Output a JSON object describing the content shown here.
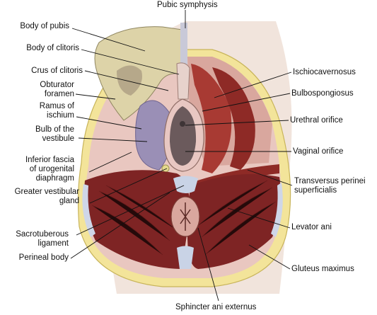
{
  "labels": {
    "pubic_symphysis": "Pubic symphysis",
    "body_of_pubis": "Body of pubis",
    "body_of_clitoris": "Body of clitoris",
    "crus_of_clitoris": "Crus of clitoris",
    "obturator_foramen_1": "Obturator",
    "obturator_foramen_2": "foramen",
    "ramus_of_ischium_1": "Ramus of",
    "ramus_of_ischium_2": "ischium",
    "bulb_of_vestibule_1": "Bulb of the",
    "bulb_of_vestibule_2": "vestibule",
    "inferior_fascia_1": "Inferior fascia",
    "inferior_fascia_2": "of urogenital",
    "inferior_fascia_3": "diaphragm",
    "greater_vestibular_1": "Greater vestibular",
    "greater_vestibular_2": "gland",
    "sacrotuberous_1": "Sacrotuberous",
    "sacrotuberous_2": "ligament",
    "perineal_body": "Perineal body",
    "ischiocavernosus": "Ischiocavernosus",
    "bulbospongiosus": "Bulbospongiosus",
    "urethral_orifice": "Urethral orifice",
    "vaginal_orifice": "Vaginal orifice",
    "transversus_1": "Transversus perinei",
    "transversus_2": "superficialis",
    "levator_ani": "Levator ani",
    "gluteus_maximus": "Gluteus maximus",
    "sphincter_ani_externus": "Sphincter ani externus"
  }
}
